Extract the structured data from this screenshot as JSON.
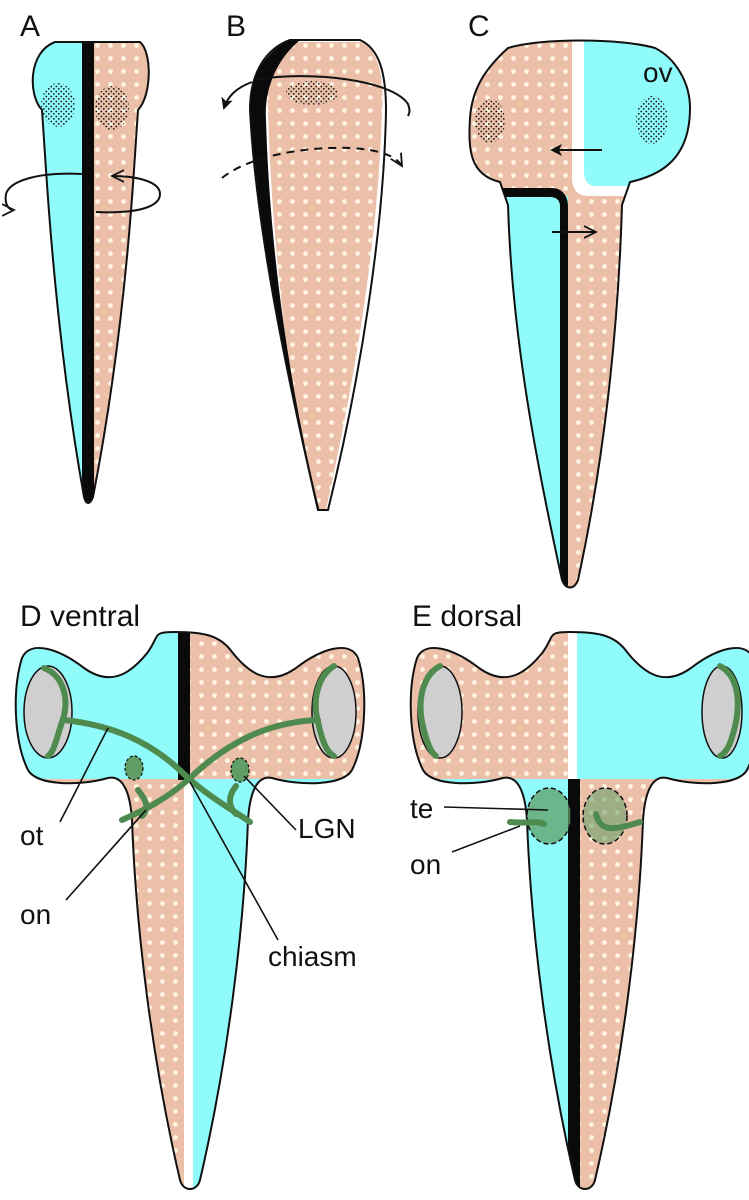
{
  "colors": {
    "cyan": "#8ffbfb",
    "skin": "#ecbfa9",
    "skin_dot": "#fff4e2",
    "midline": "#0a0a0a",
    "fiber": "#4f8a4f",
    "eye": "#cfcfcf",
    "nucleus": "#5f9f66"
  },
  "panels": [
    {
      "id": "A",
      "label": "A"
    },
    {
      "id": "B",
      "label": "B"
    },
    {
      "id": "C",
      "label": "C"
    },
    {
      "id": "D",
      "label": "D ventral"
    },
    {
      "id": "E",
      "label": "E dorsal"
    }
  ],
  "annotations": {
    "ov": "ov",
    "ot": "ot",
    "on_d": "on",
    "chiasm": "chiasm",
    "lgn": "LGN",
    "te": "te",
    "on_e": "on"
  }
}
